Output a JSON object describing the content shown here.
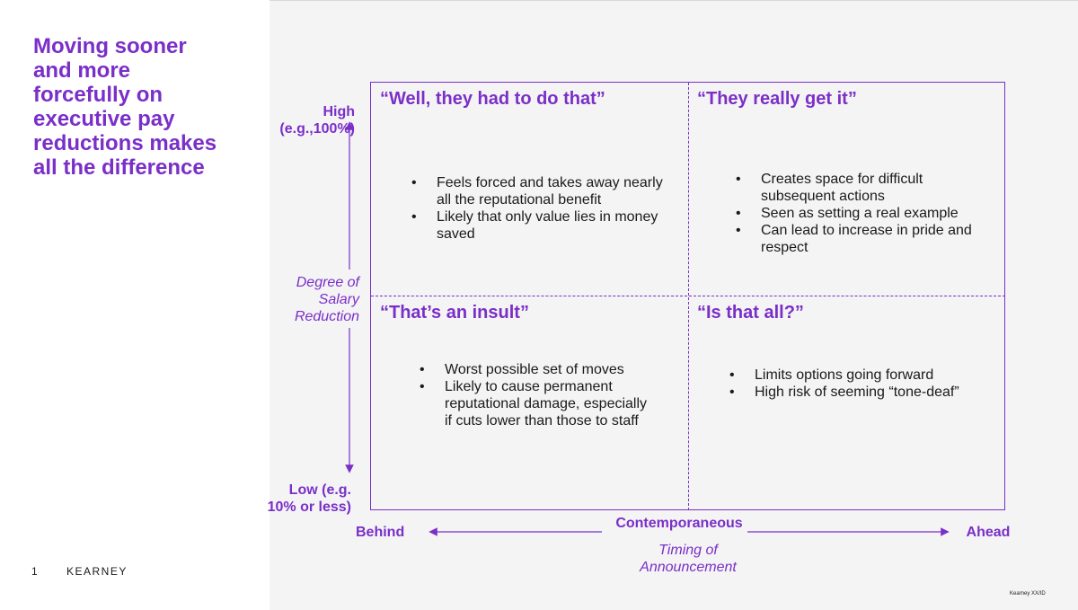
{
  "slide": {
    "title": "Moving sooner\nand more\nforcefully on\nexecutive pay\nreductions makes\nall the difference",
    "page_number": "1",
    "brand": "KEARNEY",
    "footer_code": "Kearney XX/ID"
  },
  "y_axis": {
    "high_label": "High\n(e.g.,100%)",
    "low_label": "Low (e.g.\n10% or less)",
    "title": "Degree of\nSalary\nReduction"
  },
  "x_axis": {
    "left_label": "Behind",
    "middle_label": "Contemporaneous",
    "right_label": "Ahead",
    "title": "Timing of\nAnnouncement"
  },
  "quadrants": {
    "top_left": {
      "title": "“Well, they had to do that”",
      "bullets": [
        "Feels forced and takes away nearly all the reputational benefit",
        "Likely that only value lies in money saved"
      ]
    },
    "top_right": {
      "title": "“They really get it”",
      "bullets": [
        "Creates space for difficult subsequent actions",
        "Seen as setting a real example",
        "Can lead to increase in pride and respect"
      ]
    },
    "bottom_left": {
      "title": "“That’s an insult”",
      "bullets": [
        "Worst possible set of moves",
        "Likely to cause permanent reputational damage, especially if cuts lower than those to staff"
      ]
    },
    "bottom_right": {
      "title": "“Is that all?”",
      "bullets": [
        "Limits options going forward",
        "High risk of seeming “tone-deaf”"
      ]
    }
  },
  "colors": {
    "accent": "#7a2fc8",
    "text": "#1a1a1a",
    "background": "#f4f4f5",
    "panel": "#ffffff"
  }
}
